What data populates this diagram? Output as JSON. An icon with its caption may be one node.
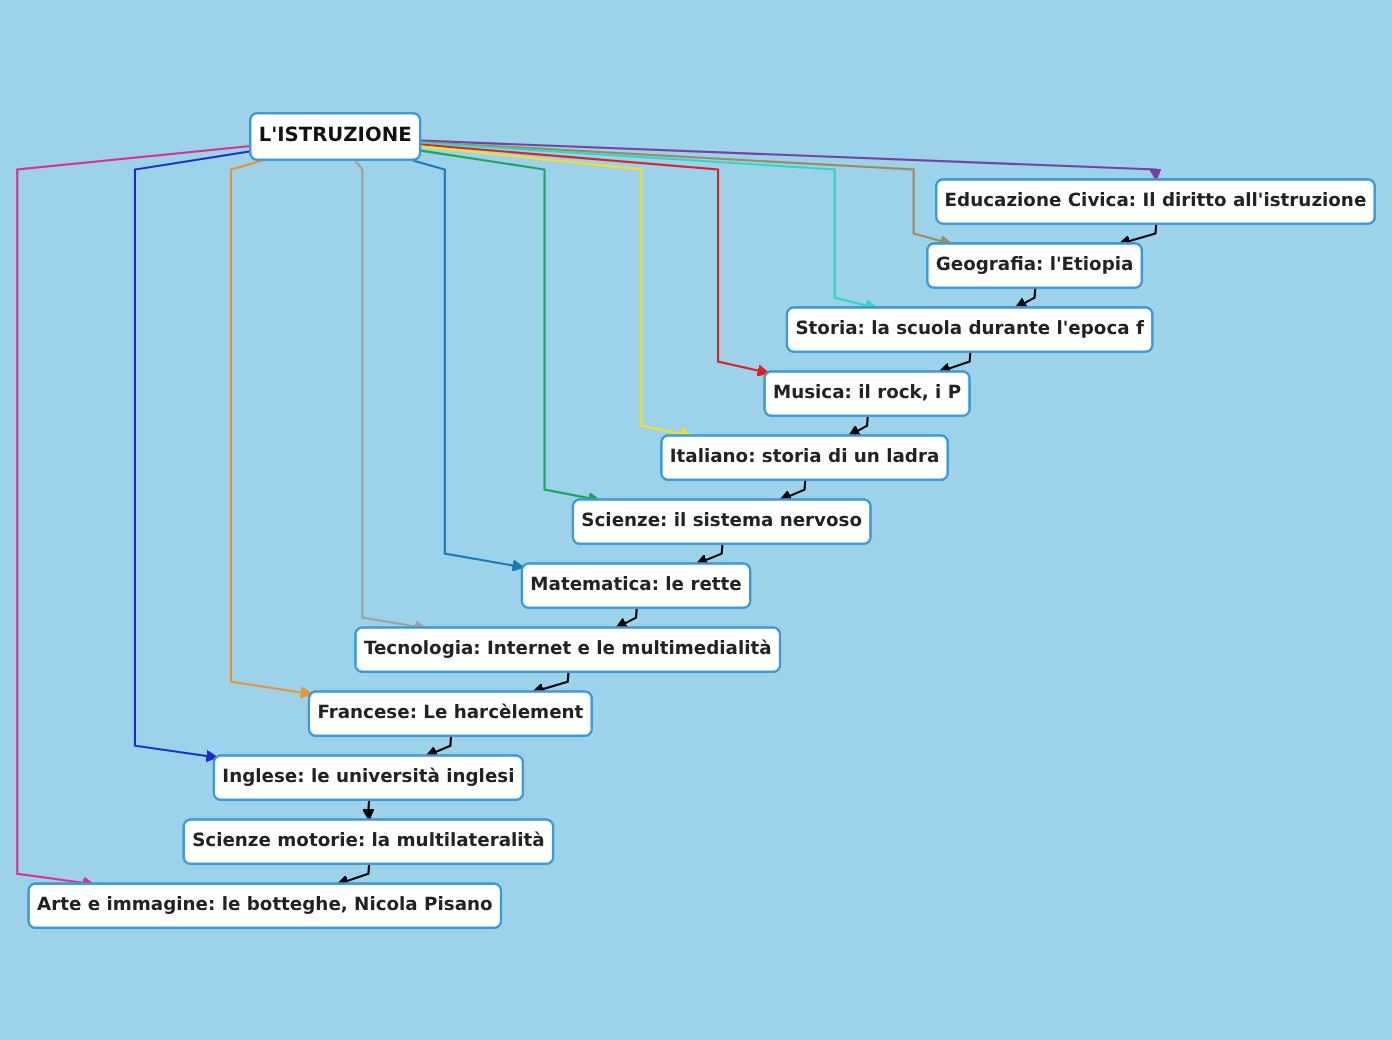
{
  "diagram": {
    "nodes": [
      {
        "text": [
          "L'ISTRUZIONE"
        ]
      },
      {
        "text": [
          "Educazione Civica: Il diritto all'istruzione"
        ]
      },
      {
        "text": [
          "Geografia: l'Etiopia"
        ]
      },
      {
        "text": [
          "Storia: la scuola durante l'epoca f"
        ]
      },
      {
        "text": [
          "Musica: il rock, i P"
        ]
      },
      {
        "text": [
          "Italiano: storia di un ladra"
        ]
      },
      {
        "text": [
          "Scienze: il sistema nervoso"
        ]
      },
      {
        "text": [
          "Matematica: le rette"
        ]
      },
      {
        "text": [
          "Tecnologia: Internet e le multimedialità"
        ]
      },
      {
        "text": [
          "Francese: Le harcèlement"
        ]
      },
      {
        "text": [
          "Inglese: le università inglesi"
        ]
      },
      {
        "text": [
          "Scienze motorie: la multilateralità"
        ]
      },
      {
        "text": [
          "Arte e immagine: le botteghe, Nicola Pisano"
        ]
      }
    ],
    "edges": [
      {
        "from": 0,
        "to": 1,
        "arrow": "to",
        "color": "#7b3fa0"
      },
      {
        "from": 0,
        "to": 2,
        "arrow": "to",
        "color": "#a08a5a"
      },
      {
        "from": 0,
        "to": 3,
        "arrow": "to",
        "color": "#2ed9c3"
      },
      {
        "from": 0,
        "to": 4,
        "arrow": "to",
        "color": "#e02020"
      },
      {
        "from": 0,
        "to": 5,
        "arrow": "to",
        "color": "#f5e11a"
      },
      {
        "from": 0,
        "to": 6,
        "arrow": "to",
        "color": "#1aa55a"
      },
      {
        "from": 0,
        "to": 7,
        "arrow": "to",
        "color": "#1a7ab5"
      },
      {
        "from": 0,
        "to": 8,
        "arrow": "to",
        "color": "#a0a0a0"
      },
      {
        "from": 0,
        "to": 9,
        "arrow": "to",
        "color": "#f0902a"
      },
      {
        "from": 0,
        "to": 10,
        "arrow": "to",
        "color": "#1a2ad0"
      },
      {
        "from": 0,
        "to": 12,
        "arrow": "to",
        "color": "#e02a9a"
      },
      {
        "from": 1,
        "to": 2,
        "arrow": "to"
      },
      {
        "from": 2,
        "to": 3,
        "arrow": "to"
      },
      {
        "from": 3,
        "to": 4,
        "arrow": "to"
      },
      {
        "from": 4,
        "to": 5,
        "arrow": "to"
      },
      {
        "from": 5,
        "to": 6,
        "arrow": "to"
      },
      {
        "from": 6,
        "to": 7,
        "arrow": "to"
      },
      {
        "from": 7,
        "to": 8,
        "arrow": "to"
      },
      {
        "from": 8,
        "to": 9,
        "arrow": "to"
      },
      {
        "from": 9,
        "to": 10,
        "arrow": "to"
      },
      {
        "from": 10,
        "to": 11,
        "arrow": "to"
      },
      {
        "from": 11,
        "to": 12,
        "arrow": "to"
      }
    ]
  }
}
